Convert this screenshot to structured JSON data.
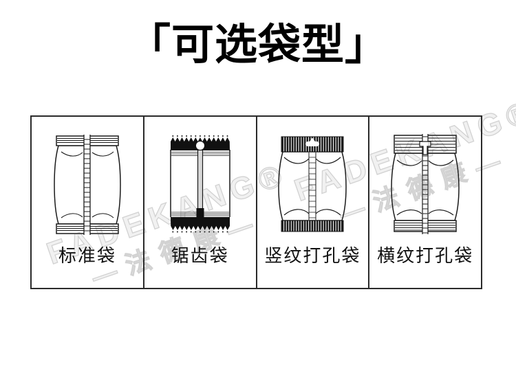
{
  "page": {
    "background_color": "#ffffff",
    "text_color": "#000000"
  },
  "title": {
    "text": "「可选袋型」"
  },
  "bag_types": {
    "panels": [
      {
        "label": "标准袋",
        "illustration": "standard-pillow-bag"
      },
      {
        "label": "锯齿袋",
        "illustration": "serrated-edge-bag"
      },
      {
        "label": "竖纹打孔袋",
        "illustration": "vertical-stripe-punched-bag"
      },
      {
        "label": "横纹打孔袋",
        "illustration": "horizontal-stripe-punched-bag"
      }
    ]
  },
  "watermark": {
    "latin": "FADEKANG®",
    "cjk": "—法德康—",
    "color": "#d2d2d2"
  }
}
